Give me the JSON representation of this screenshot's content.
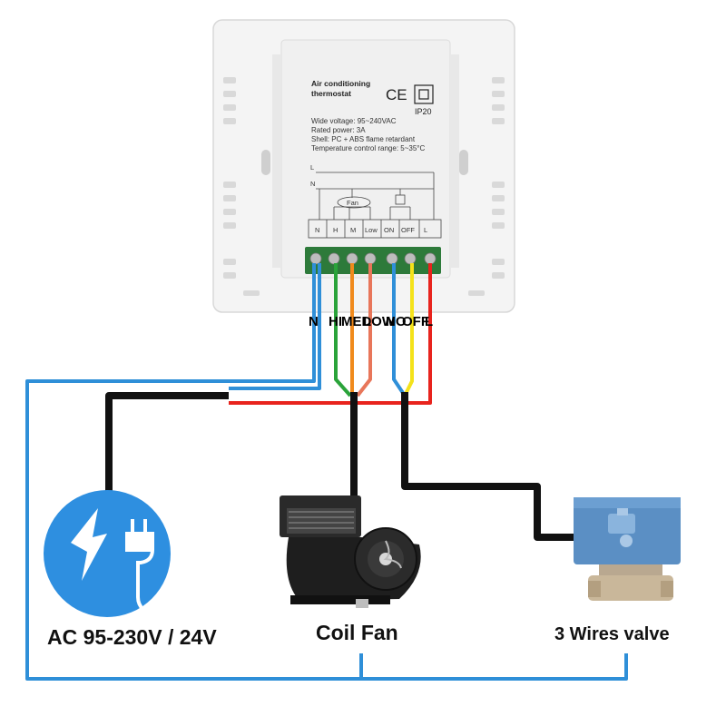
{
  "thermostat": {
    "title_line1": "Air conditioning",
    "title_line2": "thermostat",
    "ce_mark": "CE",
    "ip_rating": "IP20",
    "specs": [
      "Wide voltage: 95~240VAC",
      "Rated power: 3A",
      "Shell: PC + ABS flame retardant",
      "Temperature control range: 5~35°C"
    ],
    "schematic": {
      "line_l": "L",
      "line_n": "N",
      "fan_label": "Fan",
      "terminals": [
        "N",
        "H",
        "M",
        "Low",
        "ON",
        "OFF",
        "L"
      ]
    }
  },
  "terminal_labels": {
    "n": "N",
    "hi": "HI",
    "med": "MED",
    "low": "LOW",
    "no": "NO",
    "off": "OFF",
    "l": "L"
  },
  "devices": {
    "power": "AC 95-230V / 24V",
    "fan": "Coil Fan",
    "valve": "3 Wires valve"
  },
  "colors": {
    "neutral_blue": "#2f8fd8",
    "live_red": "#e8231d",
    "wire_green": "#2aa33a",
    "wire_orange": "#f08a1c",
    "wire_coral": "#e8765a",
    "wire_yellow": "#f4e21a",
    "cable_black": "#111111",
    "icon_blue": "#2e8fe0"
  }
}
